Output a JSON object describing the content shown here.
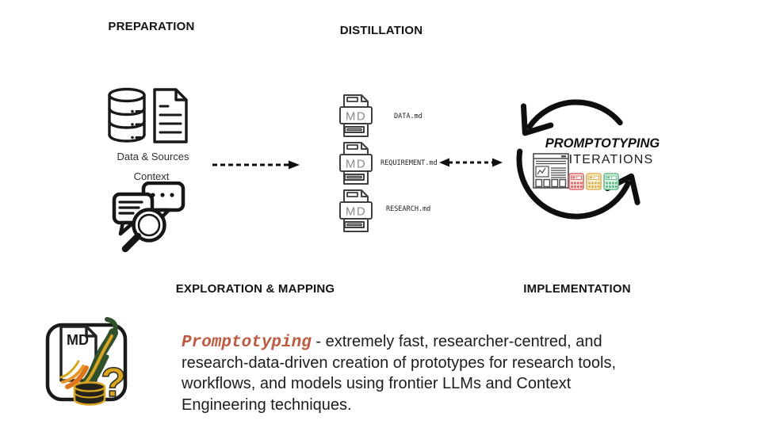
{
  "phases": {
    "preparation": "PREPARATION",
    "distillation": "DISTILLATION",
    "exploration": "EXPLORATION & MAPPING",
    "implementation": "IMPLEMENTATION"
  },
  "preparation": {
    "data_sources_label": "Data & Sources",
    "context_label": "Context"
  },
  "distillation": {
    "badge": "MD",
    "files": [
      {
        "name": "DATA.md"
      },
      {
        "name": "REQUIREMENT.md"
      },
      {
        "name": "RESEARCH.md"
      }
    ]
  },
  "implementation": {
    "title": "PROMPTOTYPING",
    "subtitle": "ITERATIONS"
  },
  "footer": {
    "logo_text": "MD",
    "term": "Promptotyping",
    "line1_rest": " - extremely fast, researcher-centred, and",
    "line2": "research-data-driven creation of prototypes for research tools,",
    "line3": "workflows, and models using frontier LLMs and Context",
    "line4": "Engineering techniques."
  },
  "icons": {
    "database": "database-icon",
    "document": "document-icon",
    "context_search": "chat-search-icon",
    "md_file": "md-file-icon",
    "flow_arrow": "dashed-arrow-icon",
    "bidirectional_arrow": "dashed-double-arrow-icon",
    "cycle": "cycle-arrows-icon",
    "wireframe": "browser-wireframe-icon",
    "calculators": [
      "calculator-red-icon",
      "calculator-yellow-icon",
      "calculator-green-icon"
    ],
    "logo": "md-flame-logo"
  },
  "colors": {
    "ink": "#111111",
    "term": "#bd5b40",
    "calc_red": "#e06666",
    "calc_yellow": "#ddb14e",
    "calc_green": "#5fba88",
    "logo_green": "#31512d",
    "logo_orange": "#e0761c",
    "logo_gold": "#d9a520"
  }
}
